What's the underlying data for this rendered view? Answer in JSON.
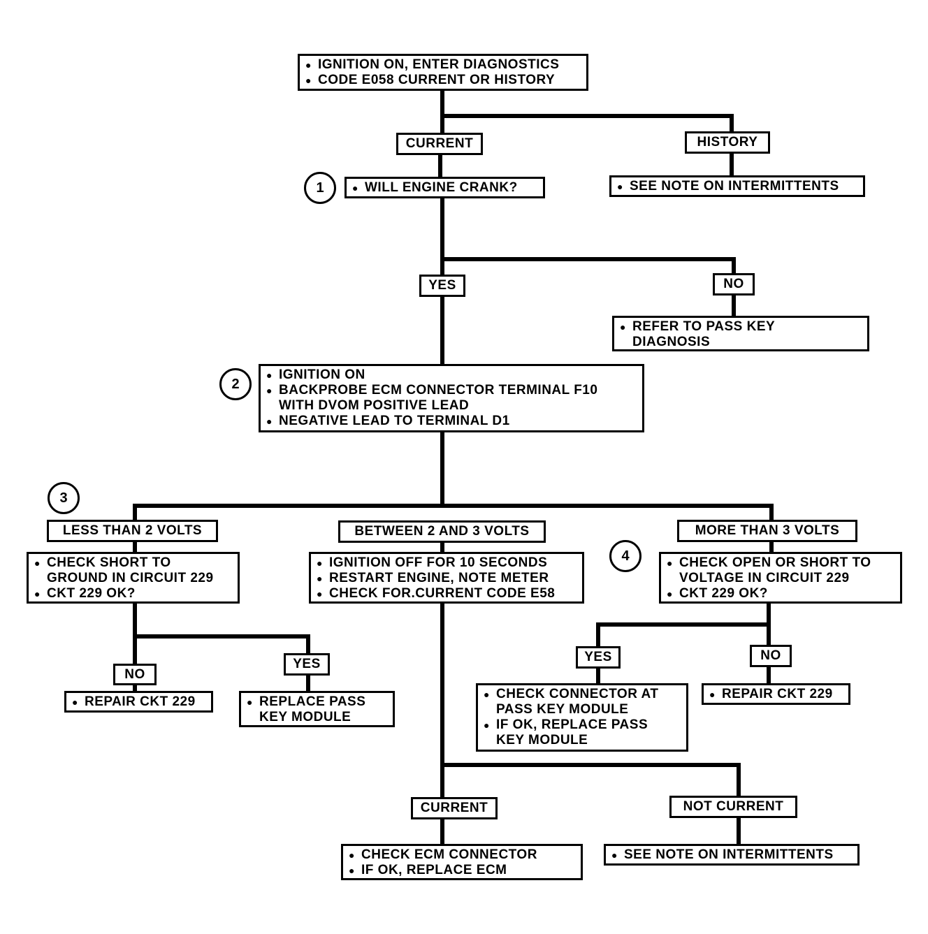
{
  "colors": {
    "line": "#000000",
    "background": "#ffffff"
  },
  "nodes": {
    "start": {
      "lines": [
        "IGNITION ON, ENTER DIAGNOSTICS",
        "CODE E058 CURRENT OR HISTORY"
      ]
    },
    "current": "CURRENT",
    "history": "HISTORY",
    "crank": {
      "lines": [
        "WILL ENGINE CRANK?"
      ]
    },
    "history_note": {
      "lines": [
        "SEE NOTE ON INTERMITTENTS"
      ]
    },
    "yes1": "YES",
    "no1": "NO",
    "passkey": {
      "lines": [
        "REFER TO PASS KEY",
        "DIAGNOSIS"
      ]
    },
    "step2": {
      "lines": [
        "IGNITION ON",
        "BACKPROBE ECM CONNECTOR TERMINAL F10",
        "WITH DVOM POSITIVE LEAD",
        "NEGATIVE LEAD TO TERMINAL D1"
      ]
    },
    "less2": "LESS THAN 2 VOLTS",
    "between": "BETWEEN 2 AND 3 VOLTS",
    "more3": "MORE THAN 3 VOLTS",
    "short_ground": {
      "lines": [
        "CHECK SHORT TO",
        "GROUND IN CIRCUIT 229",
        "CKT 229 OK?"
      ]
    },
    "ign_off": {
      "lines": [
        "IGNITION OFF FOR 10 SECONDS",
        "RESTART ENGINE, NOTE METER",
        "CHECK FOR.CURRENT CODE E58"
      ]
    },
    "open_short": {
      "lines": [
        "CHECK OPEN OR SHORT TO",
        "VOLTAGE IN CIRCUIT 229",
        "CKT 229 OK?"
      ]
    },
    "no_left": "NO",
    "yes_left": "YES",
    "repair_left": {
      "lines": [
        "REPAIR CKT 229"
      ]
    },
    "replace_pk": {
      "lines": [
        "REPLACE PASS",
        "KEY MODULE"
      ]
    },
    "yes_right": "YES",
    "no_right": "NO",
    "check_conn": {
      "lines": [
        "CHECK CONNECTOR AT",
        "PASS KEY MODULE",
        "IF OK, REPLACE PASS",
        "KEY  MODULE"
      ]
    },
    "repair_right": {
      "lines": [
        "REPAIR CKT 229"
      ]
    },
    "current2": "CURRENT",
    "not_current": "NOT CURRENT",
    "check_ecm": {
      "lines": [
        "CHECK ECM CONNECTOR",
        "IF OK, REPLACE ECM"
      ]
    },
    "note_intermittent": {
      "lines": [
        "SEE NOTE ON INTERMITTENTS"
      ]
    }
  },
  "steps": [
    "1",
    "2",
    "3",
    "4"
  ]
}
